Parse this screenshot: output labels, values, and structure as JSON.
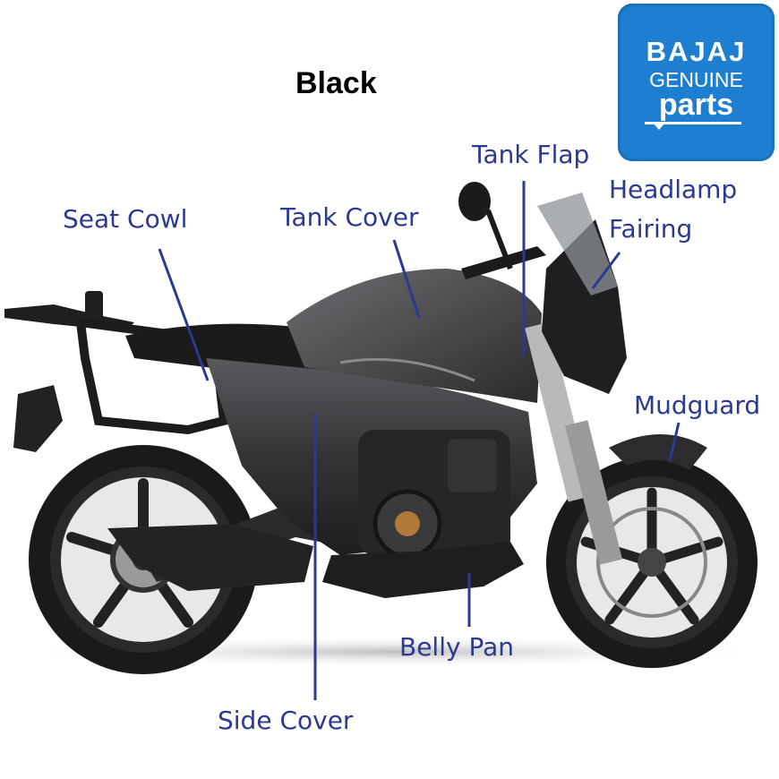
{
  "title": "Black",
  "logo": {
    "brand": "BAJAJ",
    "line2": "GENUINE",
    "line3": "parts"
  },
  "parts": [
    {
      "label": "Seat Cowl"
    },
    {
      "label": "Tank Cover"
    },
    {
      "label": "Tank Flap"
    },
    {
      "label": "Headlamp"
    },
    {
      "label": "Fairing"
    },
    {
      "label": "Mudguard"
    },
    {
      "label": "Belly Pan"
    },
    {
      "label": "Side Cover"
    }
  ],
  "colors": {
    "label": "#2b3990",
    "logo_bg": "#1e7fd0",
    "bike_body": "#2e2e30"
  }
}
